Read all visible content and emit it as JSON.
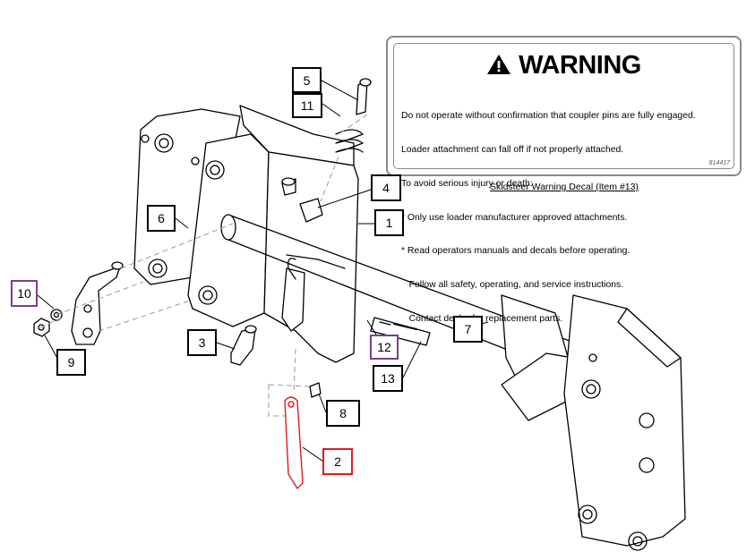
{
  "warning_decal": {
    "title": "WARNING",
    "lines": [
      "Do not operate without confirmation that coupler pins are fully engaged.",
      "Loader attachment can fall off if not properly attached.",
      "To avoid serious injury or death:",
      "* Only use loader manufacturer approved attachments.",
      "* Read operators manuals and decals before operating.",
      "   Follow all safety, operating, and service instructions.",
      "   Contact dealer for replacement parts."
    ],
    "part_code": "814417",
    "caption": "Skidsteer Warning Decal (Item #13)"
  },
  "callouts": [
    {
      "id": "1",
      "label": "1",
      "highlight": "none"
    },
    {
      "id": "2",
      "label": "2",
      "highlight": "red"
    },
    {
      "id": "3",
      "label": "3",
      "highlight": "none"
    },
    {
      "id": "4",
      "label": "4",
      "highlight": "none"
    },
    {
      "id": "5",
      "label": "5",
      "highlight": "none"
    },
    {
      "id": "6",
      "label": "6",
      "highlight": "none"
    },
    {
      "id": "7",
      "label": "7",
      "highlight": "none"
    },
    {
      "id": "8",
      "label": "8",
      "highlight": "none"
    },
    {
      "id": "9",
      "label": "9",
      "highlight": "none"
    },
    {
      "id": "10",
      "label": "10",
      "highlight": "purple"
    },
    {
      "id": "11",
      "label": "11",
      "highlight": "none"
    },
    {
      "id": "12",
      "label": "12",
      "highlight": "purple"
    },
    {
      "id": "13",
      "label": "13",
      "highlight": "none"
    }
  ],
  "colors": {
    "line": "#000000",
    "dashed": "#9a9a9a",
    "highlight_red": "#e01b1b",
    "highlight_purple": "#7a3e8c",
    "box_border": "#8a8a8a"
  }
}
